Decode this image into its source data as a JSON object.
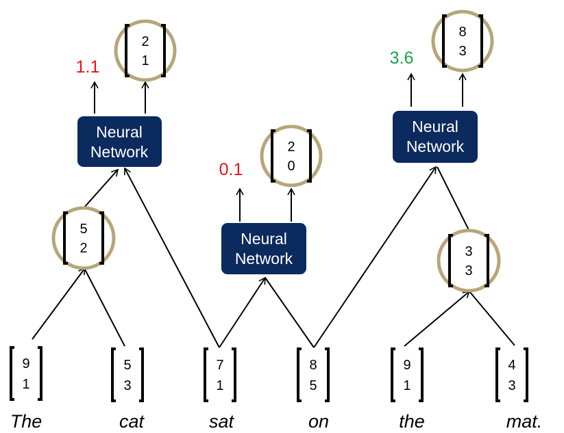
{
  "colors": {
    "node_fill": "#0b2a5e",
    "node_text": "#ffffff",
    "circle_ring": "#b7a57a",
    "score_red": "#e3151a",
    "score_green": "#19a34a",
    "line": "#000000"
  },
  "words": [
    {
      "text": "The",
      "vec": [
        "9",
        "1"
      ]
    },
    {
      "text": "cat",
      "vec": [
        "5",
        "3"
      ]
    },
    {
      "text": "sat",
      "vec": [
        "7",
        "1"
      ]
    },
    {
      "text": "on",
      "vec": [
        "8",
        "5"
      ]
    },
    {
      "text": "the",
      "vec": [
        "9",
        "1"
      ]
    },
    {
      "text": "mat.",
      "vec": [
        "4",
        "3"
      ]
    }
  ],
  "merged": {
    "the_cat": [
      "5",
      "2"
    ],
    "the_mat": [
      "3",
      "3"
    ]
  },
  "networks": [
    {
      "line1": "Neural",
      "line2": "Network",
      "score": "1.1",
      "score_color": "red",
      "out": [
        "2",
        "1"
      ]
    },
    {
      "line1": "Neural",
      "line2": "Network",
      "score": "0.1",
      "score_color": "red",
      "out": [
        "2",
        "0"
      ]
    },
    {
      "line1": "Neural",
      "line2": "Network",
      "score": "3.6",
      "score_color": "green",
      "out": [
        "8",
        "3"
      ]
    }
  ]
}
